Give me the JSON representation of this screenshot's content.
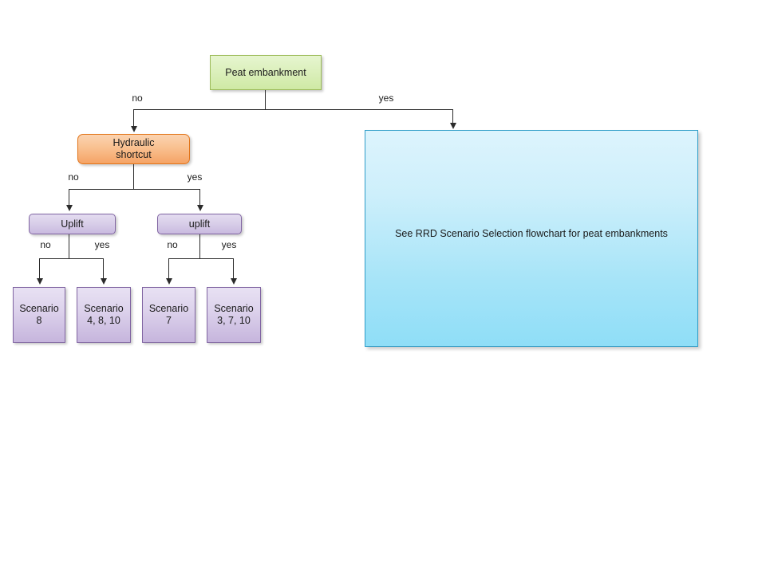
{
  "diagram": {
    "type": "decision-flowchart",
    "nodes": {
      "root": {
        "label": "Peat embankment"
      },
      "hydraulic_shortcut": {
        "label": "Hydraulic\nshortcut"
      },
      "uplift_left": {
        "label": "Uplift"
      },
      "uplift_right": {
        "label": "uplift"
      },
      "scenario_1": {
        "label": "Scenario\n8"
      },
      "scenario_2": {
        "label": "Scenario\n4, 8, 10"
      },
      "scenario_3": {
        "label": "Scenario\n7"
      },
      "scenario_4": {
        "label": "Scenario\n3, 7, 10"
      },
      "reference_panel": {
        "label": "See RRD Scenario Selection flowchart for peat embankments"
      }
    },
    "edge_labels": {
      "root_no": "no",
      "root_yes": "yes",
      "shortcut_no": "no",
      "shortcut_yes": "yes",
      "uplift_left_no": "no",
      "uplift_left_yes": "yes",
      "uplift_right_no": "no",
      "uplift_right_yes": "yes"
    },
    "colors": {
      "green_fill": "#dcf0bd",
      "green_border": "#9cbb59",
      "orange_fill": "#f9c191",
      "orange_border": "#e2751a",
      "purple_fill": "#d9cfe9",
      "purple_border": "#8064a2",
      "blue_fill_top": "#ddf4fd",
      "blue_fill_bottom": "#8fdef7",
      "blue_border": "#2e9dc8",
      "connector": "#2b2b2b"
    }
  }
}
